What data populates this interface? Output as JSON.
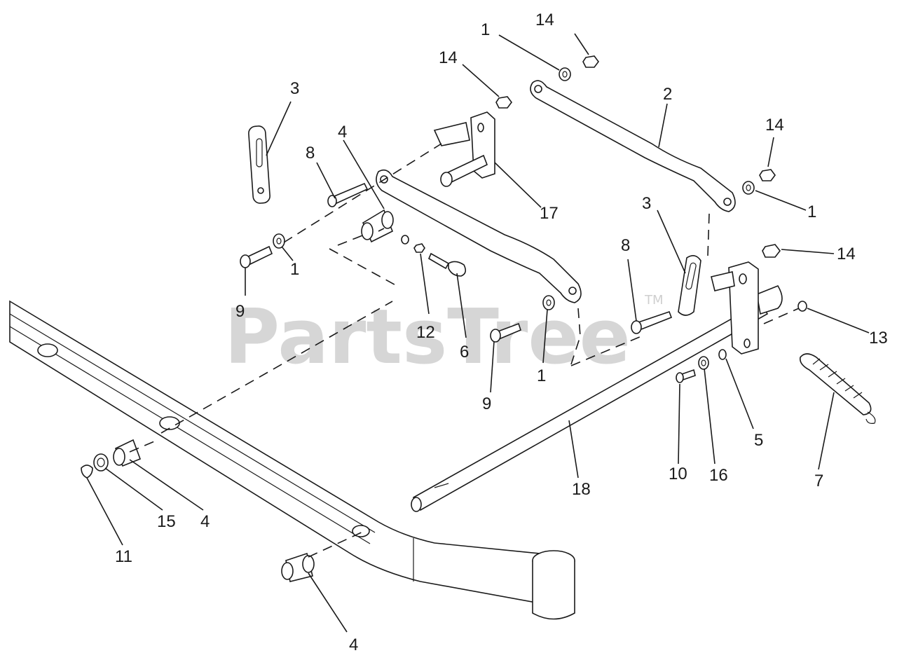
{
  "watermark": {
    "text": "PartsTree",
    "trademark": "TM"
  },
  "callouts": [
    "14",
    "1",
    "14",
    "3",
    "2",
    "14",
    "4",
    "8",
    "17",
    "1",
    "3",
    "8",
    "14",
    "1",
    "12",
    "6",
    "9",
    "13",
    "9",
    "1",
    "5",
    "10",
    "16",
    "7",
    "18",
    "15",
    "4",
    "11",
    "4"
  ],
  "colors": {
    "line": "#1a1a1a",
    "watermark": "#cfcfcf",
    "background": "#ffffff"
  }
}
